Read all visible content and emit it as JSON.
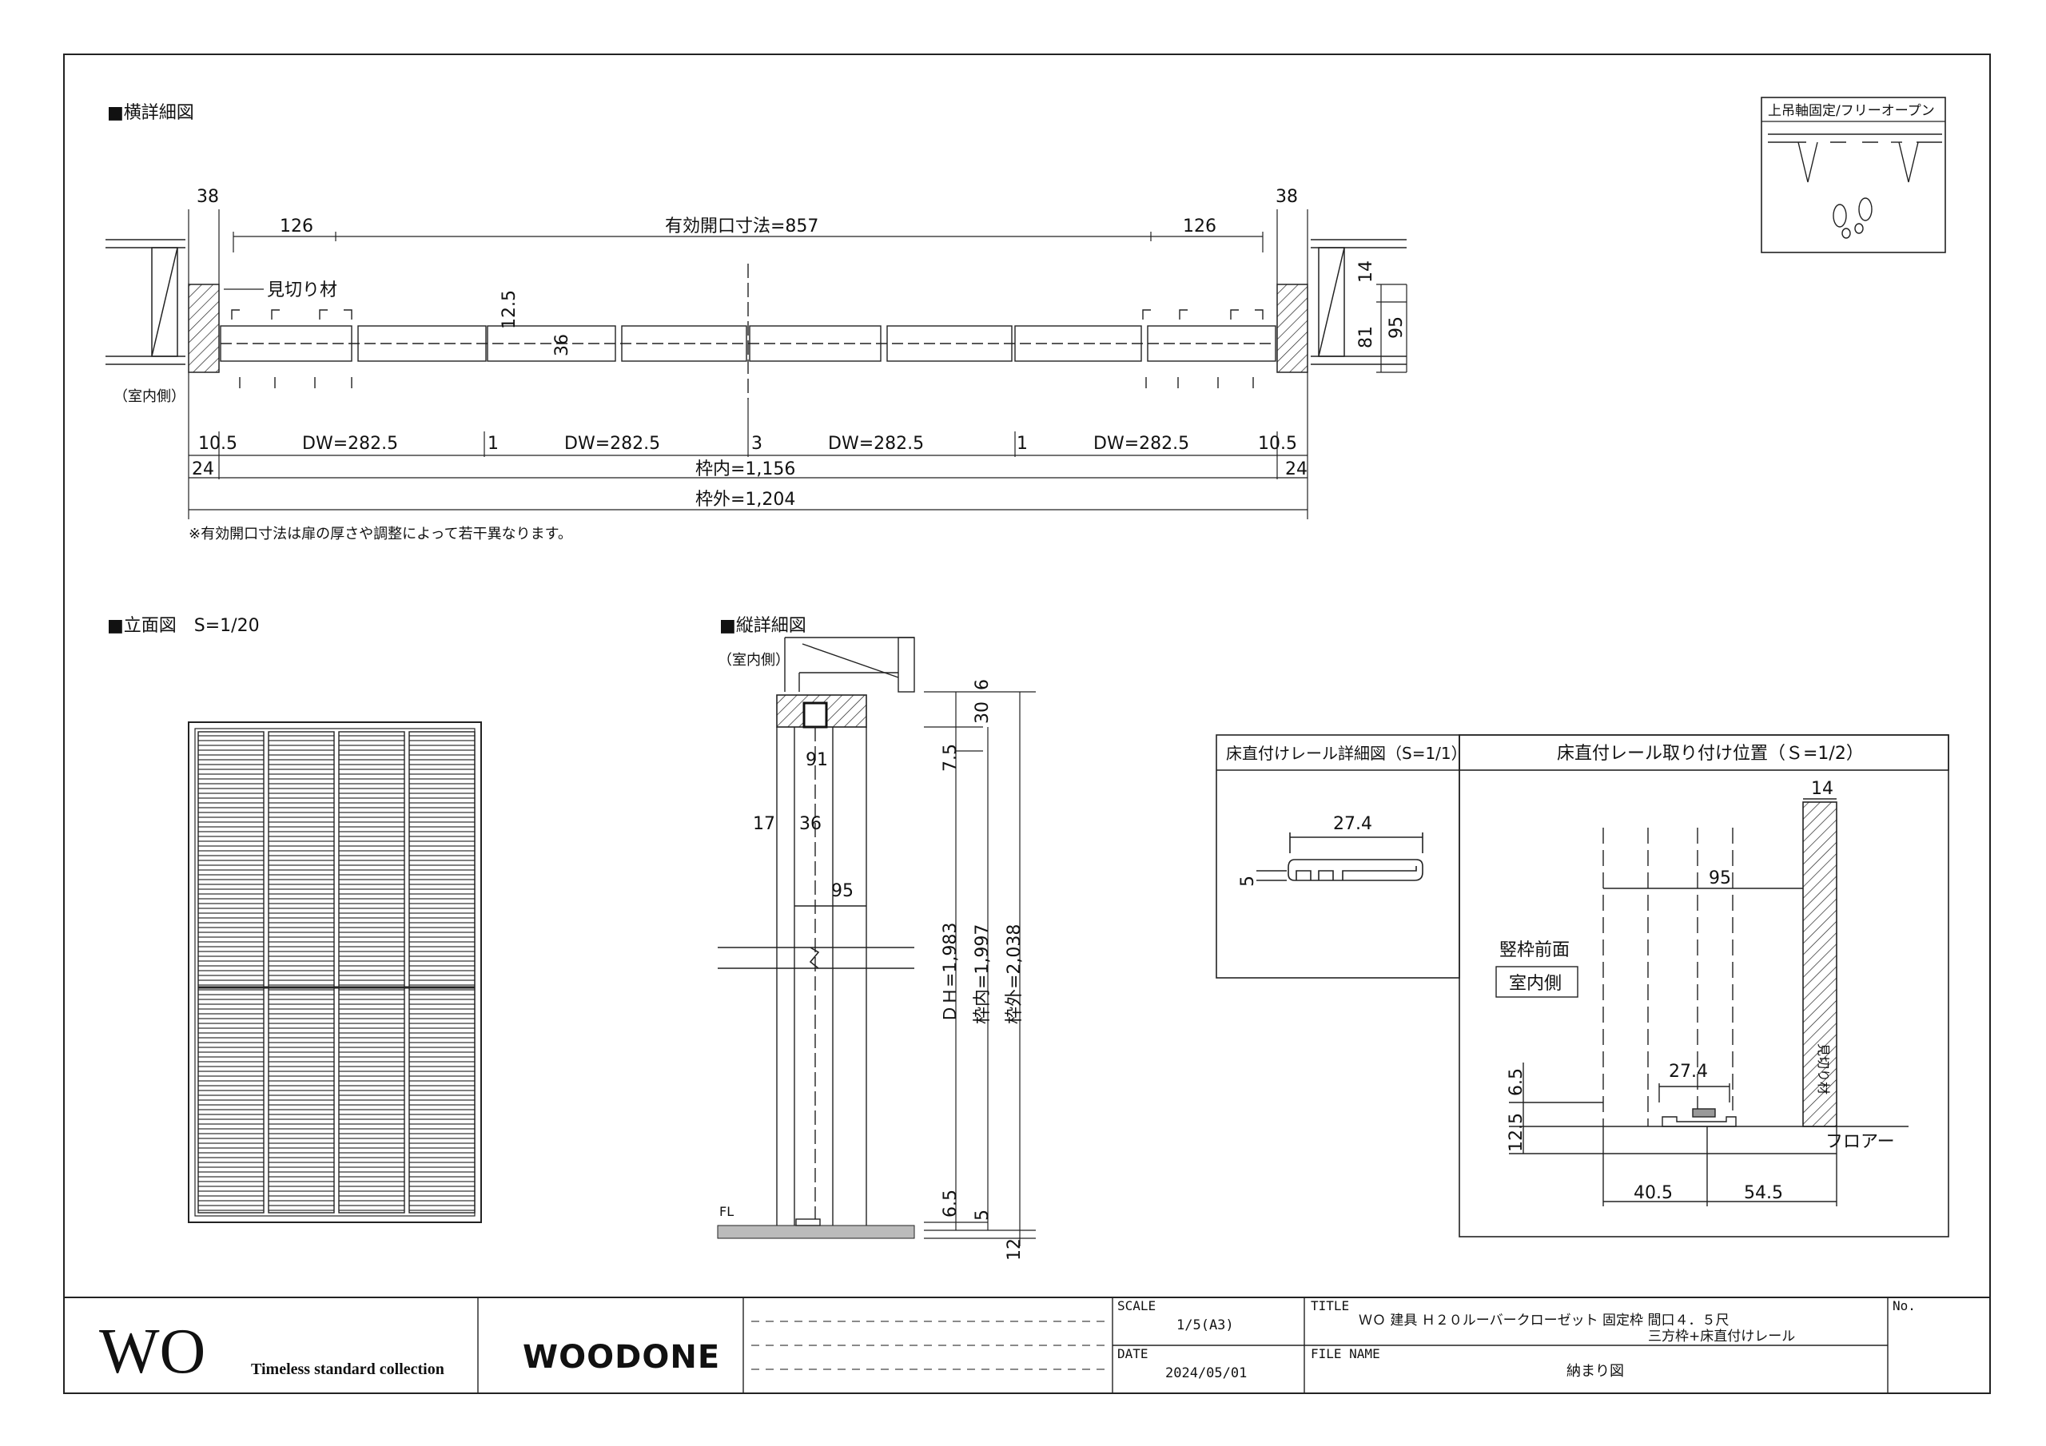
{
  "sections": {
    "horizontal_title": "■横詳細図",
    "elevation_title": "■立面図　S=1/20",
    "vertical_title": "■縦詳細図"
  },
  "horizontal": {
    "dims_top": [
      "38",
      "126",
      "有効開口寸法=857",
      "126",
      "38"
    ],
    "mikiri_label": "見切り材",
    "room_side": "（室内側）",
    "dims_vertical": [
      "12.5",
      "36",
      "14",
      "81",
      "95"
    ],
    "dw_row": [
      "10.5",
      "DW=282.5",
      "1",
      "DW=282.5",
      "3",
      "DW=282.5",
      "1",
      "DW=282.5",
      "10.5"
    ],
    "inner_row": [
      "24",
      "枠内=1,156",
      "24"
    ],
    "outer_row": [
      "枠外=1,204"
    ],
    "note": "※有効開口寸法は扉の厚さや調整によって若干異なります。"
  },
  "vertical": {
    "room_side": "（室内側）",
    "dims": [
      "6",
      "30",
      "7.5",
      "91",
      "17",
      "36",
      "95",
      "ＤＨ=1,983",
      "枠内=1,997",
      "枠外=2,038",
      "6.5",
      "5",
      "12"
    ],
    "fl": "FL"
  },
  "legend_box": {
    "title": "上吊軸固定/フリーオープン"
  },
  "rail_detail": {
    "title": "床直付けレール詳細図（S=1/1）",
    "dims": [
      "27.4",
      "5"
    ]
  },
  "rail_position": {
    "title": "床直付レール取り付け位置（Ｓ=1/2）",
    "dims": [
      "14",
      "95",
      "27.4",
      "6.5",
      "12.5",
      "40.5",
      "54.5"
    ],
    "front_label": "竪枠前面",
    "room_side": "室内側",
    "floor": "フロアー",
    "mikiri": "見切り材"
  },
  "title_block": {
    "logo_text": "WO",
    "collection": "Timeless standard collection",
    "brand": "WOODONE",
    "scale_label": "SCALE",
    "scale_value": "1/5(A3)",
    "date_label": "DATE",
    "date_value": "2024/05/01",
    "title_label": "TITLE",
    "title_line1": "ＷＯ 建具 Ｈ２０ルーバークローゼット 固定枠 間口４．５尺",
    "title_line2": "三方枠+床直付けレール",
    "file_label": "FILE NAME",
    "file_value": "納まり図",
    "no_label": "No."
  }
}
